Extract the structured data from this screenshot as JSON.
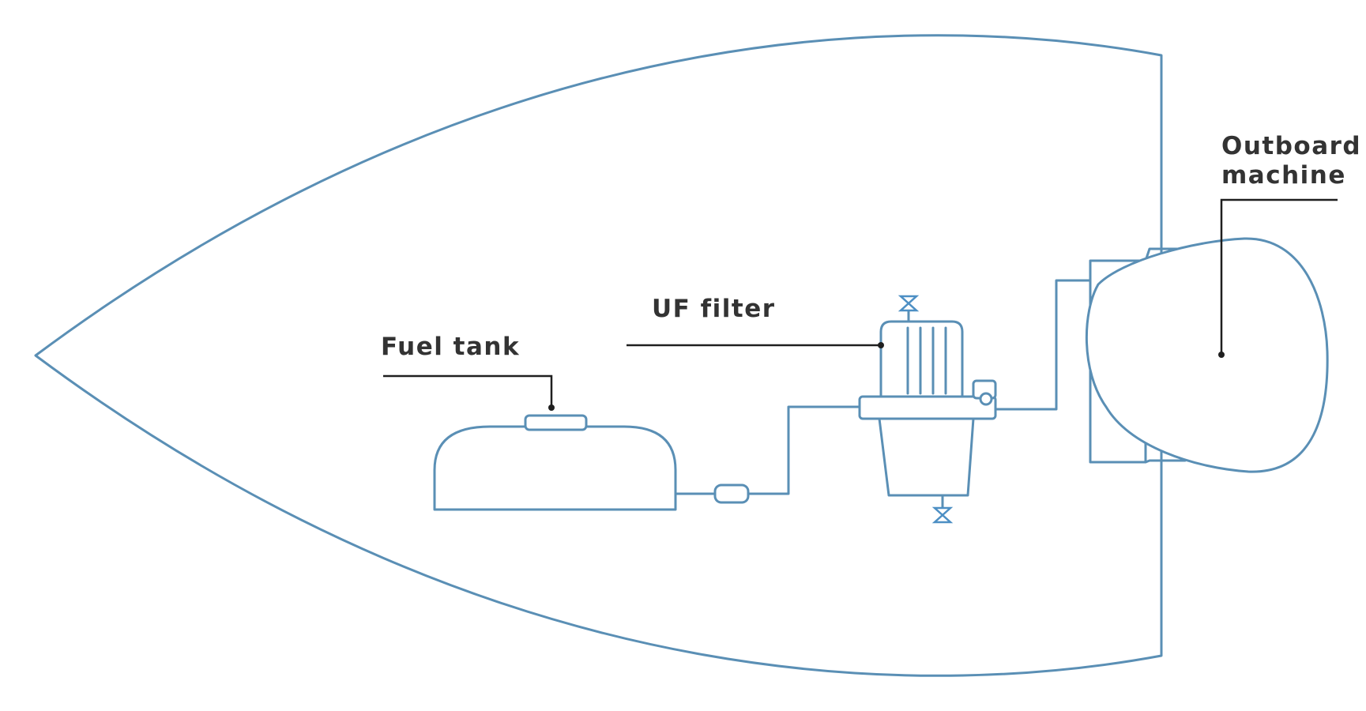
{
  "diagram": {
    "labels": {
      "fuel_tank": "Fuel tank",
      "uf_filter": "UF filter",
      "outboard_line1": "Outboard",
      "outboard_line2": "machine"
    },
    "colors": {
      "line": "#5a8fb5",
      "valve": "#4d8fc4",
      "leader": "#1f1f1f",
      "text": "#333333",
      "background": "#ffffff"
    }
  }
}
